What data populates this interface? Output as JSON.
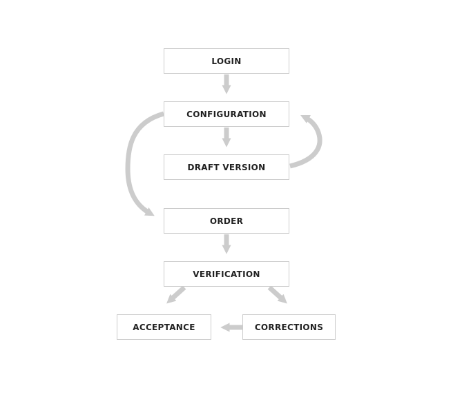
{
  "nodes": {
    "login": "LOGIN",
    "configuration": "CONFIGURATION",
    "draft_version": "DRAFT VERSION",
    "order": "ORDER",
    "verification": "VERIFICATION",
    "acceptance": "ACCEPTANCE",
    "corrections": "CORRECTIONS"
  },
  "edges": [
    {
      "from": "login",
      "to": "configuration"
    },
    {
      "from": "configuration",
      "to": "draft_version"
    },
    {
      "from": "draft_version",
      "to": "configuration"
    },
    {
      "from": "configuration",
      "to": "order"
    },
    {
      "from": "order",
      "to": "verification"
    },
    {
      "from": "verification",
      "to": "acceptance"
    },
    {
      "from": "verification",
      "to": "corrections"
    },
    {
      "from": "corrections",
      "to": "acceptance"
    }
  ],
  "colors": {
    "arrow": "#cccccc",
    "node_border": "#cccccc",
    "text": "#222222"
  }
}
